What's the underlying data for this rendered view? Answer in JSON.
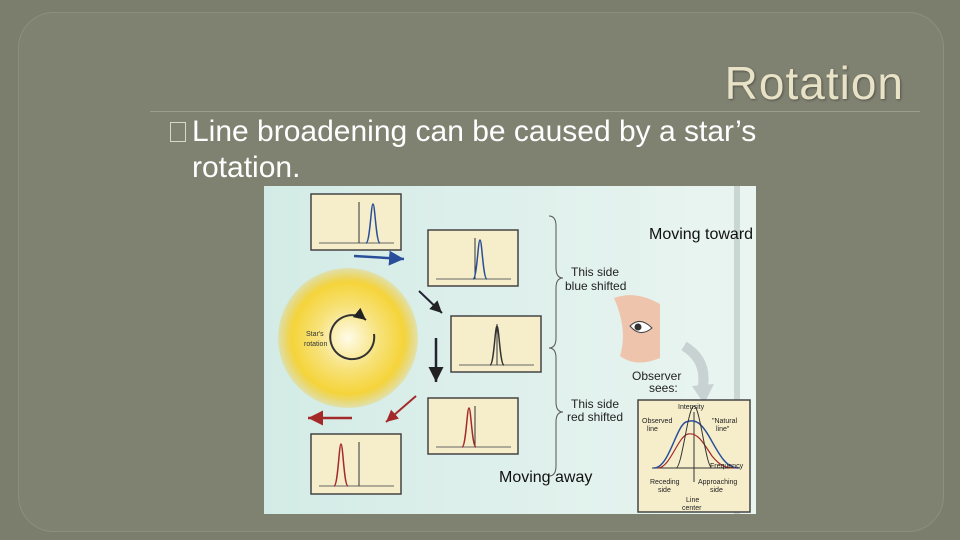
{
  "slide": {
    "title": "Rotation",
    "bullet_marker": "box",
    "bullet_text_line1": "Line broadening can be caused by a star’s",
    "bullet_text_line2": "rotation."
  },
  "figure": {
    "star_label_1": "Star's",
    "star_label_2": "rotation",
    "blue_brace_1": "This side",
    "blue_brace_2": "blue shifted",
    "red_brace_1": "This side",
    "red_brace_2": "red shifted",
    "observer_1": "Observer",
    "observer_2": "sees:",
    "inset": {
      "intensity": "Intensity",
      "observed_1": "Observed",
      "observed_2": "line",
      "natural_1": "\"Natural",
      "natural_2": "line\"",
      "frequency": "Frequency",
      "receding_1": "Receding",
      "receding_2": "side",
      "approaching_1": "Approaching",
      "approaching_2": "side",
      "center_1": "Line",
      "center_2": "center"
    }
  },
  "annotations": {
    "moving_toward": "Moving toward",
    "moving_away": "Moving away"
  },
  "colors": {
    "background": "#7b7d6d",
    "title": "#e8e2c6",
    "panel_bg": "#f6eecb",
    "blue_line": "#2a4f9a",
    "red_line": "#a42a2a",
    "star": "#f5d43a"
  }
}
